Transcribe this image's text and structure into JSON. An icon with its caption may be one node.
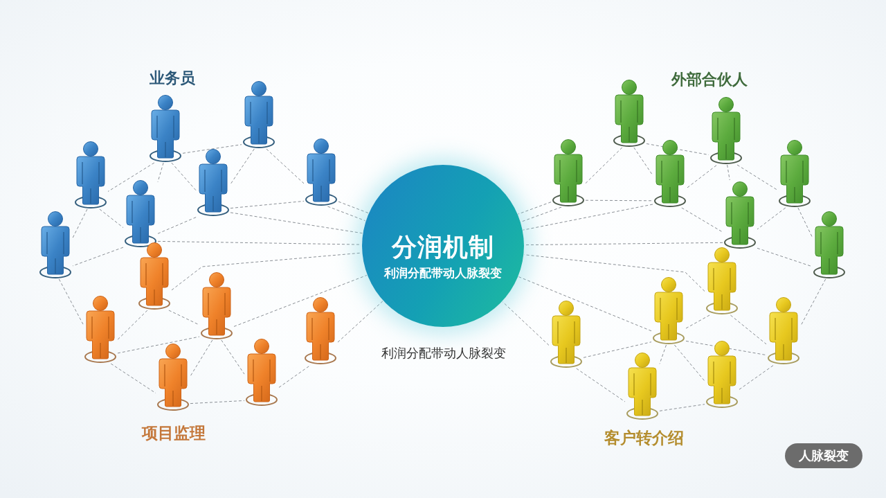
{
  "diagram": {
    "nodes": [
      {
        "text": [
          "分润机制",
          "利润分配带动人脉裂变"
        ],
        "beside": [
          "利润分配带动人脉裂变"
        ]
      },
      {
        "text": [],
        "shape": "person"
      },
      {
        "text": [],
        "shape": "person"
      },
      {
        "text": [],
        "shape": "person"
      },
      {
        "text": [],
        "shape": "person"
      },
      {
        "text": [],
        "shape": "person"
      },
      {
        "text": [],
        "shape": "person"
      },
      {
        "text": [],
        "shape": "person"
      },
      {
        "text": [],
        "shape": "person"
      },
      {
        "text": [],
        "shape": "person"
      },
      {
        "text": [],
        "shape": "person"
      },
      {
        "text": [],
        "shape": "person"
      },
      {
        "text": [],
        "shape": "person"
      },
      {
        "text": [],
        "shape": "person"
      },
      {
        "text": [],
        "shape": "person"
      },
      {
        "text": [],
        "shape": "person"
      },
      {
        "text": [],
        "shape": "person"
      },
      {
        "text": [],
        "shape": "person"
      },
      {
        "text": [],
        "shape": "person"
      },
      {
        "text": [],
        "shape": "person"
      },
      {
        "text": [],
        "shape": "person"
      },
      {
        "text": [],
        "shape": "person"
      },
      {
        "text": [],
        "shape": "person"
      },
      {
        "text": [],
        "shape": "person"
      },
      {
        "text": [],
        "shape": "person"
      },
      {
        "text": [],
        "shape": "person"
      },
      {
        "text": [],
        "shape": "person"
      },
      {
        "text": [
          "人脉裂变"
        ]
      }
    ],
    "edges": [
      {
        "from": 1,
        "to": 2,
        "arrow": "none",
        "style": "dashed"
      },
      {
        "from": 1,
        "to": 3,
        "arrow": "none",
        "style": "dashed"
      },
      {
        "from": 1,
        "to": 6,
        "arrow": "none",
        "style": "dashed"
      },
      {
        "from": 1,
        "to": 4,
        "arrow": "none",
        "style": "dashed"
      },
      {
        "from": 2,
        "to": 4,
        "arrow": "none",
        "style": "dashed"
      },
      {
        "from": 2,
        "to": 5,
        "arrow": "none",
        "style": "dashed"
      },
      {
        "from": 4,
        "to": 5,
        "arrow": "none",
        "style": "dashed"
      },
      {
        "from": 3,
        "to": 6,
        "arrow": "none",
        "style": "dashed"
      },
      {
        "from": 3,
        "to": 7,
        "arrow": "none",
        "style": "dashed"
      },
      {
        "from": 6,
        "to": 7,
        "arrow": "none",
        "style": "dashed"
      },
      {
        "from": 6,
        "to": 4,
        "arrow": "none",
        "style": "dashed"
      },
      {
        "from": 7,
        "to": 10,
        "arrow": "none",
        "style": "dashed"
      },
      {
        "from": 5,
        "to": 0,
        "arrow": "none",
        "style": "dashed"
      },
      {
        "from": 5,
        "to": 0,
        "arrow": "none",
        "style": "dashed"
      },
      {
        "from": 4,
        "to": 0,
        "arrow": "none",
        "style": "dashed"
      },
      {
        "from": 6,
        "to": 0,
        "arrow": "none",
        "style": "dashed"
      },
      {
        "from": 8,
        "to": 0,
        "arrow": "none",
        "style": "dashed"
      },
      {
        "from": 8,
        "to": 9,
        "arrow": "none",
        "style": "dashed"
      },
      {
        "from": 8,
        "to": 10,
        "arrow": "none",
        "style": "dashed"
      },
      {
        "from": 10,
        "to": 9,
        "arrow": "none",
        "style": "dashed"
      },
      {
        "from": 10,
        "to": 12,
        "arrow": "none",
        "style": "dashed"
      },
      {
        "from": 9,
        "to": 12,
        "arrow": "none",
        "style": "dashed"
      },
      {
        "from": 9,
        "to": 13,
        "arrow": "none",
        "style": "dashed"
      },
      {
        "from": 9,
        "to": 0,
        "arrow": "none",
        "style": "dashed"
      },
      {
        "from": 12,
        "to": 13,
        "arrow": "none",
        "style": "dashed"
      },
      {
        "from": 13,
        "to": 11,
        "arrow": "none",
        "style": "dashed"
      },
      {
        "from": 11,
        "to": 0,
        "arrow": "none",
        "style": "dashed"
      },
      {
        "from": 14,
        "to": 16,
        "arrow": "none",
        "style": "dashed"
      },
      {
        "from": 14,
        "to": 15,
        "arrow": "none",
        "style": "dashed"
      },
      {
        "from": 14,
        "to": 17,
        "arrow": "none",
        "style": "dashed"
      },
      {
        "from": 16,
        "to": 17,
        "arrow": "none",
        "style": "dashed"
      },
      {
        "from": 17,
        "to": 15,
        "arrow": "none",
        "style": "dashed"
      },
      {
        "from": 15,
        "to": 19,
        "arrow": "none",
        "style": "dashed"
      },
      {
        "from": 15,
        "to": 18,
        "arrow": "none",
        "style": "dashed"
      },
      {
        "from": 17,
        "to": 19,
        "arrow": "none",
        "style": "dashed"
      },
      {
        "from": 18,
        "to": 19,
        "arrow": "none",
        "style": "dashed"
      },
      {
        "from": 18,
        "to": 20,
        "arrow": "none",
        "style": "dashed"
      },
      {
        "from": 19,
        "to": 20,
        "arrow": "none",
        "style": "dashed"
      },
      {
        "from": 16,
        "to": 0,
        "arrow": "none",
        "style": "dashed"
      },
      {
        "from": 16,
        "to": 0,
        "arrow": "none",
        "style": "dashed"
      },
      {
        "from": 17,
        "to": 0,
        "arrow": "none",
        "style": "dashed"
      },
      {
        "from": 19,
        "to": 0,
        "arrow": "none",
        "style": "dashed"
      },
      {
        "from": 21,
        "to": 0,
        "arrow": "none",
        "style": "dashed"
      },
      {
        "from": 22,
        "to": 0,
        "arrow": "none",
        "style": "dashed"
      },
      {
        "from": 23,
        "to": 0,
        "arrow": "none",
        "style": "dashed"
      },
      {
        "from": 20,
        "to": 24,
        "arrow": "none",
        "style": "dashed"
      },
      {
        "from": 21,
        "to": 24,
        "arrow": "none",
        "style": "dashed"
      },
      {
        "from": 22,
        "to": 21,
        "arrow": "none",
        "style": "dashed"
      },
      {
        "from": 22,
        "to": 24,
        "arrow": "none",
        "style": "dashed"
      },
      {
        "from": 23,
        "to": 22,
        "arrow": "none",
        "style": "dashed"
      },
      {
        "from": 23,
        "to": 25,
        "arrow": "none",
        "style": "dashed"
      },
      {
        "from": 22,
        "to": 25,
        "arrow": "none",
        "style": "dashed"
      },
      {
        "from": 22,
        "to": 26,
        "arrow": "none",
        "style": "dashed"
      },
      {
        "from": 25,
        "to": 26,
        "arrow": "none",
        "style": "dashed"
      },
      {
        "from": 26,
        "to": 24,
        "arrow": "none",
        "style": "dashed"
      }
    ],
    "labels": [
      "业务员",
      "外部合伙人",
      "项目监理",
      "客户转介绍"
    ]
  }
}
